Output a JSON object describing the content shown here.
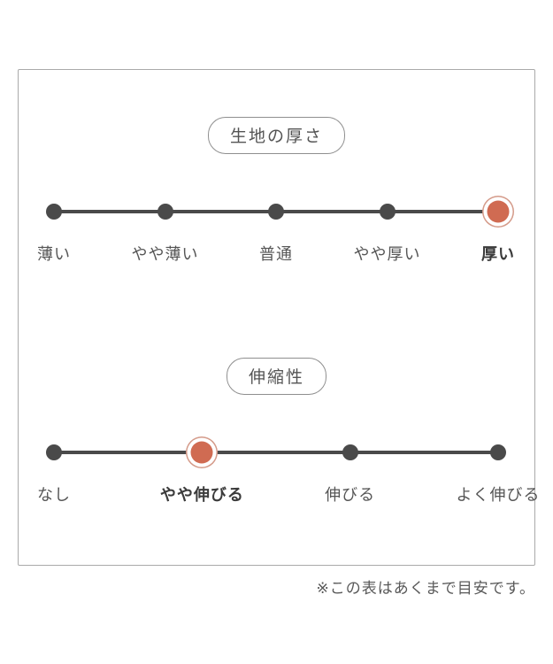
{
  "note": "※この表はあくまで目安です。",
  "colors": {
    "accent": "#d06b52",
    "accent_ring": "#d49a89",
    "line": "#4a4a4a",
    "border": "#aaaaaa",
    "text": "#565656"
  },
  "sections": [
    {
      "title": "生地の厚さ",
      "items": [
        {
          "label": "薄い",
          "selected": false
        },
        {
          "label": "やや薄い",
          "selected": false
        },
        {
          "label": "普通",
          "selected": false
        },
        {
          "label": "やや厚い",
          "selected": false
        },
        {
          "label": "厚い",
          "selected": true
        }
      ]
    },
    {
      "title": "伸縮性",
      "items": [
        {
          "label": "なし",
          "selected": false
        },
        {
          "label": "やや伸びる",
          "selected": true
        },
        {
          "label": "伸びる",
          "selected": false
        },
        {
          "label": "よく伸びる",
          "selected": false
        }
      ]
    }
  ],
  "chart_data": [
    {
      "type": "scatter",
      "title": "生地の厚さ",
      "categories": [
        "薄い",
        "やや薄い",
        "普通",
        "やや厚い",
        "厚い"
      ],
      "selected_value": "厚い",
      "selected_index": 4,
      "layout": "horizontal dot scale, 5 evenly spaced points, selected point highlighted in accent color"
    },
    {
      "type": "scatter",
      "title": "伸縮性",
      "categories": [
        "なし",
        "やや伸びる",
        "伸びる",
        "よく伸びる"
      ],
      "selected_value": "やや伸びる",
      "selected_index": 1,
      "layout": "horizontal dot scale, 4 evenly spaced points, selected point highlighted in accent color"
    }
  ]
}
